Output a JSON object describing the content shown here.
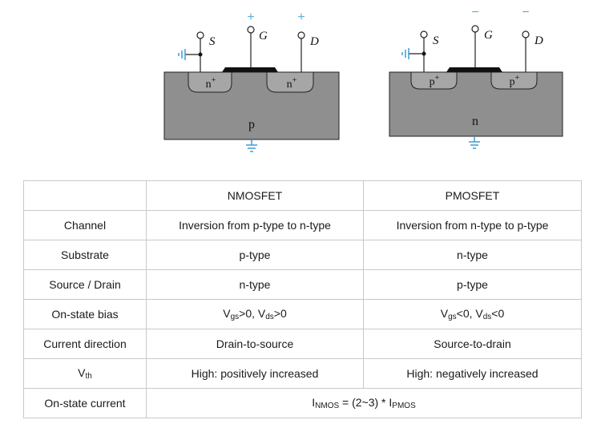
{
  "nmos": {
    "terminals": {
      "source": "S",
      "gate": "G",
      "drain": "D"
    },
    "gate_sign": "+",
    "drain_sign": "+",
    "source_region": "n",
    "drain_region": "n",
    "region_sup": "+",
    "substrate": "p"
  },
  "pmos": {
    "terminals": {
      "source": "S",
      "gate": "G",
      "drain": "D"
    },
    "gate_sign": "−",
    "drain_sign": "−",
    "source_region": "p",
    "drain_region": "p",
    "region_sup": "+",
    "substrate": "n"
  },
  "colors": {
    "substrate": "#8f8f8f",
    "well": "#a6a6a6",
    "gate": "#111111",
    "ground": "#3d9ccf",
    "sign": "#5eaed9",
    "border": "#c9c9c9"
  },
  "table": {
    "header": {
      "blank": "",
      "nmos": "NMOSFET",
      "pmos": "PMOSFET"
    },
    "rows": {
      "channel": {
        "label": "Channel",
        "nmos": "Inversion from p-type to n-type",
        "pmos": "Inversion from n-type to p-type"
      },
      "substrate": {
        "label": "Substrate",
        "nmos": "p-type",
        "pmos": "n-type"
      },
      "source_drain": {
        "label": "Source / Drain",
        "nmos": "n-type",
        "pmos": "p-type"
      },
      "bias": {
        "label": "On-state bias",
        "nmos": {
          "v1": "V",
          "s1": "gs",
          "t1": ">0, ",
          "v2": "V",
          "s2": "ds",
          "t2": ">0"
        },
        "pmos": {
          "v1": "V",
          "s1": "gs",
          "t1": "<0, ",
          "v2": "V",
          "s2": "ds",
          "t2": "<0"
        }
      },
      "current_direction": {
        "label": "Current direction",
        "nmos": "Drain-to-source",
        "pmos": "Source-to-drain"
      },
      "vth": {
        "label_main": "V",
        "label_sub": "th",
        "nmos": "High: positively increased",
        "pmos": "High: negatively increased"
      },
      "on_current": {
        "label": "On-state current",
        "value": {
          "i1": "I",
          "s1": "NMOS",
          "mid": " = (2~3) * I",
          "s2": "PMOS"
        }
      }
    }
  }
}
